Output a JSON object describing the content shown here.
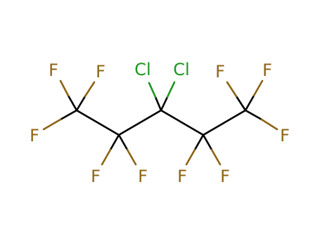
{
  "colors": {
    "background": "#ffffff",
    "bond": "#000000",
    "fluorine": "#8c6414",
    "chlorine": "#1e961e"
  },
  "atoms": [
    {
      "symbol": "F",
      "color": "fluorine"
    },
    {
      "symbol": "F",
      "color": "fluorine"
    },
    {
      "symbol": "Cl",
      "color": "chlorine"
    },
    {
      "symbol": "Cl",
      "color": "chlorine"
    },
    {
      "symbol": "F",
      "color": "fluorine"
    },
    {
      "symbol": "F",
      "color": "fluorine"
    },
    {
      "symbol": "F",
      "color": "fluorine"
    },
    {
      "symbol": "F",
      "color": "fluorine"
    },
    {
      "symbol": "F",
      "color": "fluorine"
    },
    {
      "symbol": "F",
      "color": "fluorine"
    },
    {
      "symbol": "F",
      "color": "fluorine"
    },
    {
      "symbol": "F",
      "color": "fluorine"
    }
  ]
}
